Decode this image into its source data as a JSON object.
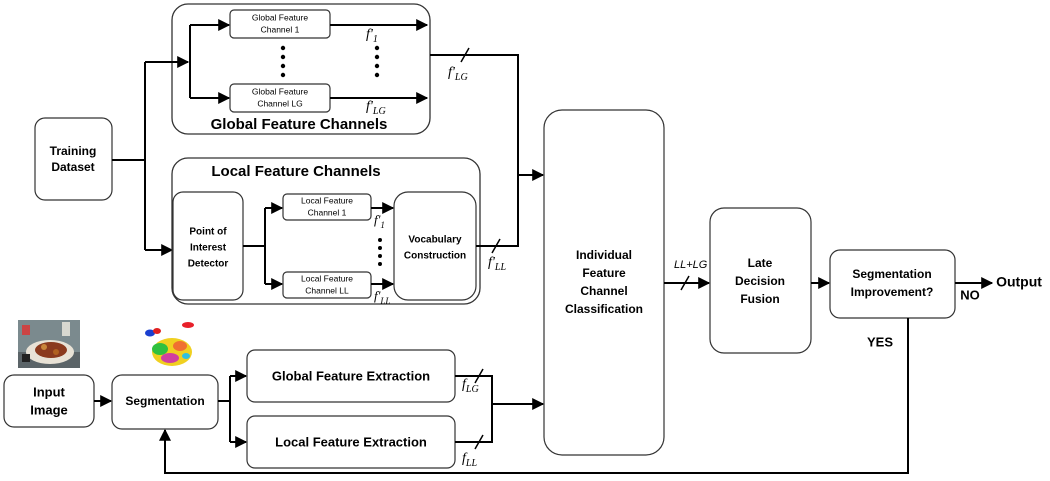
{
  "global_channels": {
    "title": "Global Feature Channels",
    "channel_1": [
      "Global Feature",
      "Channel 1"
    ],
    "channel_lg": [
      "Global Feature",
      "Channel LG"
    ],
    "f1_label": "f'",
    "f1_sub": "1",
    "flg_label": "f'",
    "flg_sub": "LG"
  },
  "local_channels": {
    "title": "Local Feature Channels",
    "poi": [
      "Point of",
      "Interest",
      "Detector"
    ],
    "channel_1": [
      "Local Feature",
      "Channel 1"
    ],
    "channel_ll": [
      "Local Feature",
      "Channel LL"
    ],
    "vocab": [
      "Vocabulary",
      "Construction"
    ],
    "f1_label": "f'",
    "f1_sub": "1",
    "fll_label": "f'",
    "fll_sub": "LL"
  },
  "training": [
    "Training",
    "Dataset"
  ],
  "merge_flg_label": "f'",
  "merge_flg_sub": "LG",
  "merge_fll_label": "f'",
  "merge_fll_sub": "LL",
  "classification": [
    "Individual",
    "Feature",
    "Channel",
    "Classification"
  ],
  "ll_lg_label": "LL+LG",
  "late_fusion": [
    "Late",
    "Decision",
    "Fusion"
  ],
  "seg_improvement": [
    "Segmentation",
    "Improvement?"
  ],
  "no_label": "NO",
  "output_label": "Output",
  "yes_label": "YES",
  "input_image": [
    "Input",
    "Image"
  ],
  "segmentation": "Segmentation",
  "global_extraction": "Global Feature Extraction",
  "local_extraction": "Local Feature Extraction",
  "flg_extract_label": "f",
  "flg_extract_sub": "LG",
  "fll_extract_label": "f",
  "fll_extract_sub": "LL"
}
